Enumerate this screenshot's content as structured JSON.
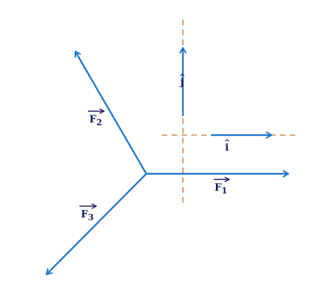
{
  "colors": {
    "vector": "#1f77c9",
    "axis": "#c8884a",
    "label": "#1a1a5e",
    "background": "#ffffff"
  },
  "labels": {
    "f1": {
      "base": "F",
      "sub": "1"
    },
    "f2": {
      "base": "F",
      "sub": "2"
    },
    "f3": {
      "base": "F",
      "sub": "3"
    },
    "i_hat": {
      "base": "i",
      "hat": "^"
    },
    "j_hat": {
      "base": "j",
      "hat": "^"
    }
  }
}
